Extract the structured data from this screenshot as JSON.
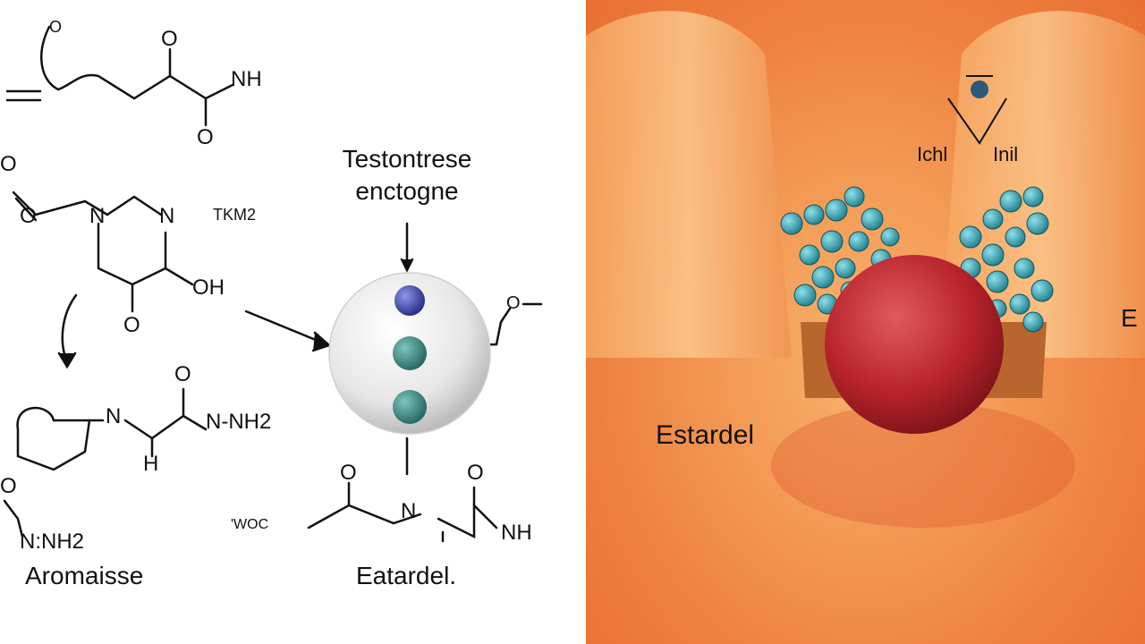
{
  "left_panel": {
    "molecule_top": {
      "nh": "NH",
      "o1": "O",
      "o2": "O",
      "o3": "O",
      "frag": "O"
    },
    "molecule_ring": {
      "n1": "N",
      "n2": "N",
      "oh": "OH",
      "o_left": "O",
      "o_bottom": "O",
      "tag": "TKM2"
    },
    "molecule_mid": {
      "n": "N",
      "nh2": "N-NH2",
      "h": "H",
      "o": "O"
    },
    "molecule_bl": {
      "text": "N:NH2",
      "o": "O"
    },
    "aromatase_label": "Aromaisse",
    "enzyme_title_line1": "Testontrese",
    "enzyme_title_line2": "enctogne",
    "sphere_side": "O",
    "molecule_br": {
      "prefix": "'WOC",
      "n": "N",
      "nh": "NH",
      "o1": "O",
      "o2": "O"
    },
    "estradiol_label": "Eatardel."
  },
  "right_panel": {
    "label_estradiol": "Estardel",
    "label_right_edge": "E",
    "top_left_glyph": "Ichl",
    "top_right_glyph": "Inil"
  },
  "colors": {
    "background_right": "#f39a55",
    "red_sphere": "#b8232b",
    "teal_cluster": "#2fa3b4",
    "blue_atom": "#3b4aa8",
    "teal_atom": "#3d8c87"
  }
}
